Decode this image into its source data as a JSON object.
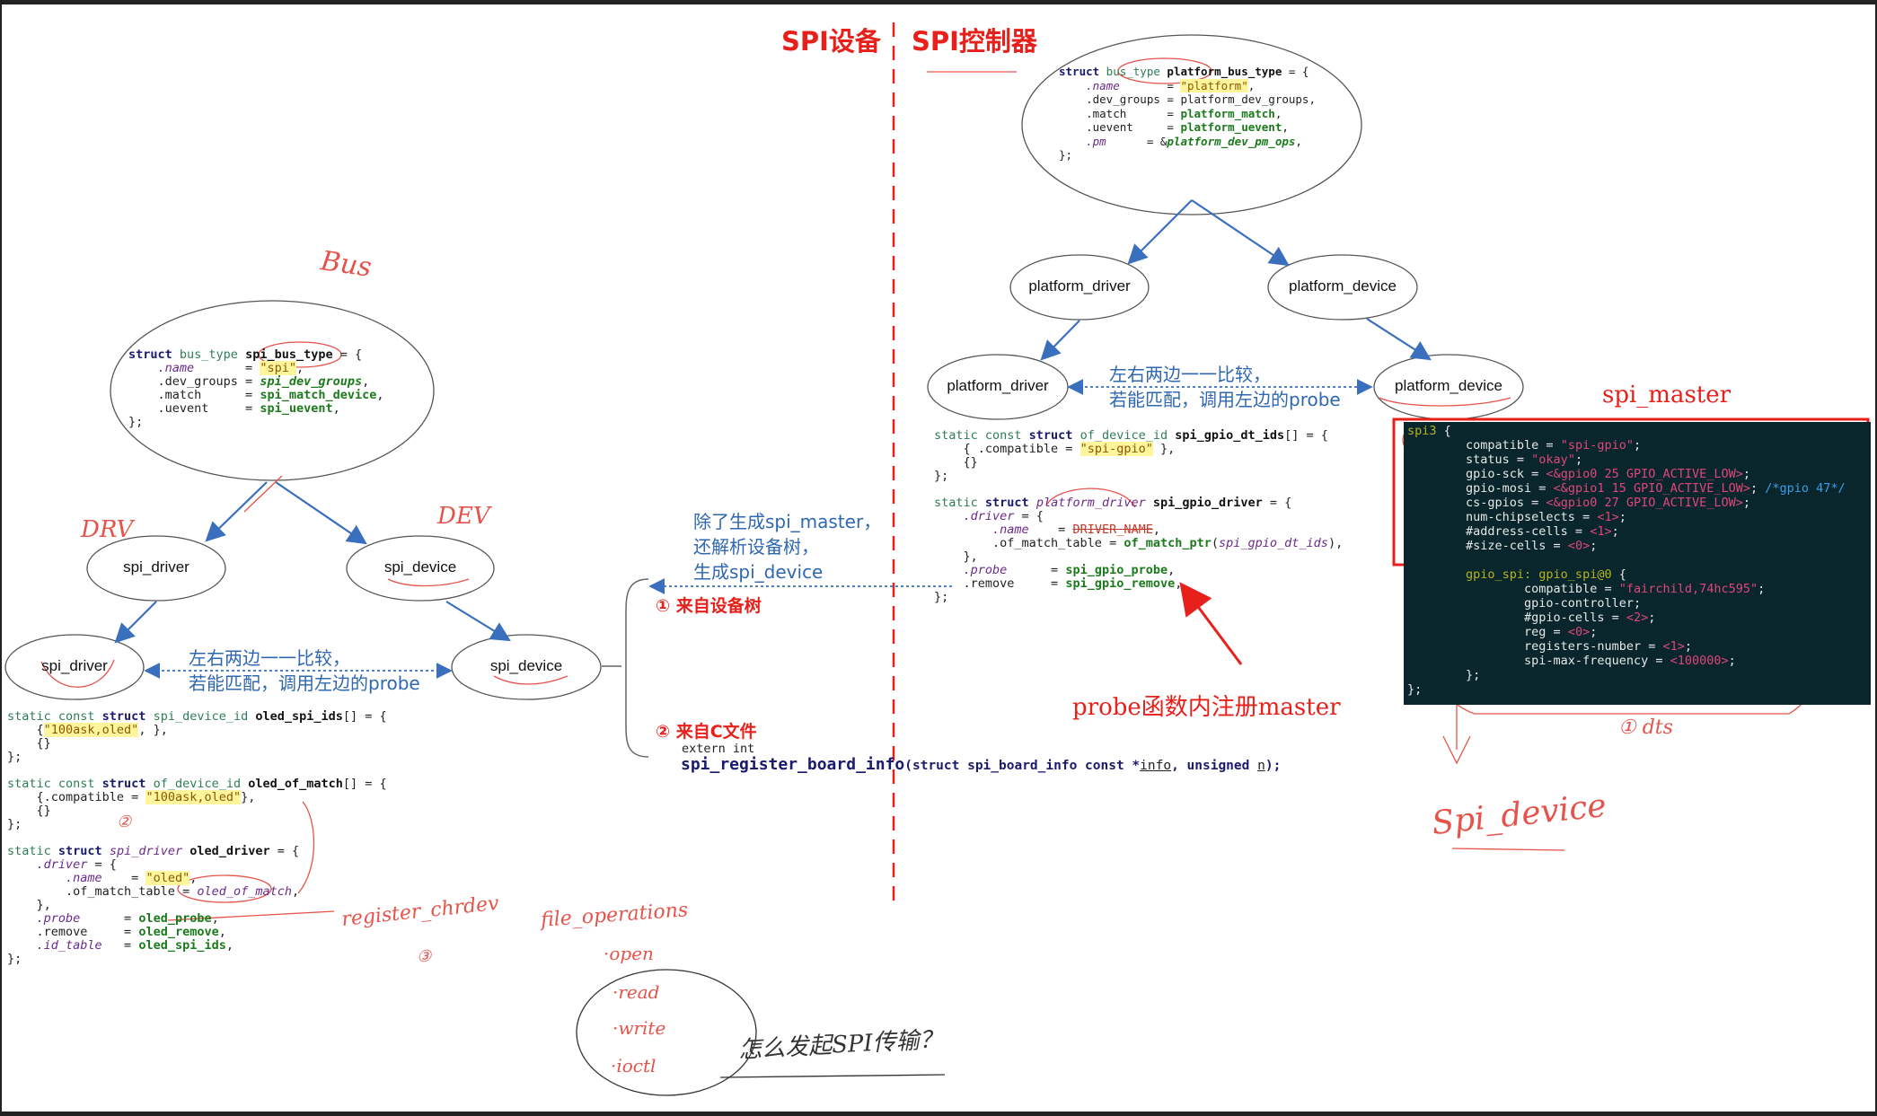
{
  "headers": {
    "left": "SPI设备",
    "right": "SPI控制器"
  },
  "colors": {
    "red": "#e8201b",
    "blue_note": "#2f67b1",
    "arrow_blue": "#3a6fbe",
    "dts_bg": "#08262b",
    "handwriting": "#e5534b"
  },
  "left_annotations": {
    "bus": "Bus",
    "drv": "DRV",
    "dev": "DEV",
    "circle_num_2": "②",
    "circle_num_3": "③",
    "register_chrdev": "register_chrdev",
    "file_operations": "file_operations",
    "open": "·open",
    "read": "·read",
    "write": "·write",
    "ioctl": "·ioctl",
    "question": "怎么发起SPI传输？"
  },
  "spi_bus_struct": {
    "line1a": "struct",
    "line1b": " bus_type ",
    "line1c": "spi_bus_type",
    "line1d": " = {",
    "line2a": "    .name",
    "line2b": "       = ",
    "line2c": "\"spi\"",
    "line2d": ",",
    "line3a": "    .dev_groups = ",
    "line3b": "spi_dev_groups",
    "line3c": ",",
    "line4a": "    .match      = ",
    "line4b": "spi_match_device",
    "line4c": ",",
    "line5a": "    .uevent     = ",
    "line5b": "spi_uevent",
    "line5c": ",",
    "line6": "};"
  },
  "left_nodes": {
    "spi_driver_top": "spi_driver",
    "spi_device_top": "spi_device",
    "spi_driver_bottom": "spi_driver",
    "spi_device_bottom": "spi_device"
  },
  "left_compare_note": "左右两边一一比较，\n若能匹配，调用左边的probe",
  "oled_code": {
    "l1a": "static const ",
    "l1b": "struct",
    "l1c": " spi_device_id ",
    "l1d": "oled_spi_ids",
    "l1e": "[] = {",
    "l2a": "    {",
    "l2b": "\"100ask,oled\"",
    "l2c": ", },",
    "l3": "    {}",
    "l4": "};",
    "l5a": "static const ",
    "l5b": "struct",
    "l5c": " of_device_id ",
    "l5d": "oled_of_match",
    "l5e": "[] = {",
    "l6a": "    {.compatible = ",
    "l6b": "\"100ask,oled\"",
    "l6c": "},",
    "l7": "    {}",
    "l8": "};",
    "l9a": "static ",
    "l9b": "struct",
    "l9c": " spi_driver",
    "l9d": " oled_driver",
    "l9e": " = {",
    "l10a": "    .driver",
    "l10b": " = {",
    "l11a": "        .name",
    "l11b": "    = ",
    "l11c": "\"oled\"",
    "l11d": ",",
    "l12a": "        .of_match_table = ",
    "l12b": "oled_of_match",
    "l12c": ",",
    "l13": "    },",
    "l14a": "    .probe",
    "l14b": "      = ",
    "l14c": "oled_probe",
    "l14d": ",",
    "l15a": "    .remove",
    "l15b": "     = ",
    "l15c": "oled_remove",
    "l15d": ",",
    "l16a": "    .id_table",
    "l16b": "   = ",
    "l16c": "oled_spi_ids",
    "l16d": ",",
    "l17": "};"
  },
  "middle": {
    "gen_note": "除了生成spi_master，\n还解析设备树，\n生成spi_device",
    "from_dt": "① 来自设备树",
    "from_c": "② 来自C文件",
    "extern_int": "extern int",
    "register_fn": "spi_register_board_info",
    "register_args_a": "(struct spi_board_info const *",
    "register_args_b": "info",
    "register_args_c": ", unsigned ",
    "register_args_d": "n",
    "register_args_e": ");"
  },
  "platform_bus_struct": {
    "l1a": "struct",
    "l1b": " bus_type ",
    "l1c": "platform_bus_type",
    "l1d": " = {",
    "l2a": "    .name",
    "l2b": "       = ",
    "l2c": "\"platform\"",
    "l2d": ",",
    "l3": "    .dev_groups = platform_dev_groups,",
    "l4a": "    .match      = ",
    "l4b": "platform_match",
    "l4c": ",",
    "l5a": "    .uevent     = ",
    "l5b": "platform_uevent",
    "l5c": ",",
    "l6a": "    .pm",
    "l6b": "      = &",
    "l6c": "platform_dev_pm_ops",
    "l6d": ",",
    "l7": "};"
  },
  "right_nodes": {
    "platform_driver_top": "platform_driver",
    "platform_device_top": "platform_device",
    "platform_driver_bottom": "platform_driver",
    "platform_device_bottom": "platform_device"
  },
  "right_compare_note": "左右两边一一比较，\n若能匹配，调用左边的probe",
  "gpio_code": {
    "l1a": "static const ",
    "l1b": "struct",
    "l1c": " of_device_id ",
    "l1d": "spi_gpio_dt_ids",
    "l1e": "[] = {",
    "l2a": "    { .compatible = ",
    "l2b": "\"spi-gpio\"",
    "l2c": " },",
    "l3": "    {}",
    "l4": "};",
    "l5a": "static ",
    "l5b": "struct",
    "l5c": " platform_driver",
    "l5d": " spi_gpio_driver",
    "l5e": " = {",
    "l6a": "    .driver",
    "l6b": " = {",
    "l7a": "        .name",
    "l7b": "    = ",
    "l7c": "DRIVER_NAME",
    "l7d": ",",
    "l8a": "        .of_match_table = ",
    "l8b": "of_match_ptr",
    "l8c": "(",
    "l8d": "spi_gpio_dt_ids",
    "l8e": "),",
    "l9": "    },",
    "l10a": "    .probe",
    "l10b": "      = ",
    "l10c": "spi_gpio_probe",
    "l10d": ",",
    "l11a": "    .remove",
    "l11b": "     = ",
    "l11c": "spi_gpio_remove",
    "l11d": ",",
    "l12": "};"
  },
  "probe_note": "probe函数内注册master",
  "spi_master_label": "spi_master",
  "dts": {
    "l1a": "spi3",
    "l1b": " {",
    "l2a": "        compatible = ",
    "l2b": "\"spi-gpio\"",
    "l2c": ";",
    "l3a": "        status = ",
    "l3b": "\"okay\"",
    "l3c": ";",
    "l4a": "        gpio-sck = ",
    "l4b": "<&gpio0 25 GPIO_ACTIVE_LOW>",
    "l4c": ";",
    "l5a": "        gpio-mosi = ",
    "l5b": "<&gpio1 15 GPIO_ACTIVE_LOW>",
    "l5c": "; ",
    "l5d": "/*gpio 47*/",
    "l6a": "        cs-gpios = ",
    "l6b": "<&gpio0 27 GPIO_ACTIVE_LOW>",
    "l6c": ";",
    "l7a": "        num-chipselects = ",
    "l7b": "<1>",
    "l7c": ";",
    "l8a": "        #address-cells = ",
    "l8b": "<1>",
    "l8c": ";",
    "l9a": "        #size-cells = ",
    "l9b": "<0>",
    "l9c": ";",
    "l10a": "        gpio_spi: gpio_spi@0",
    "l10b": " {",
    "l11a": "                compatible = ",
    "l11b": "\"fairchild,74hc595\"",
    "l11c": ";",
    "l12": "                gpio-controller;",
    "l13a": "                #gpio-cells = ",
    "l13b": "<2>",
    "l13c": ";",
    "l14a": "                reg = ",
    "l14b": "<0>",
    "l14c": ";",
    "l15a": "                registers-number = ",
    "l15b": "<1>",
    "l15c": ";",
    "l16a": "                spi-max-frequency = ",
    "l16b": "<100000>",
    "l16c": ";",
    "l17": "        };",
    "l18": "};"
  },
  "right_annotations": {
    "dts_note": "① dts",
    "spi_device": "Spi_device"
  }
}
